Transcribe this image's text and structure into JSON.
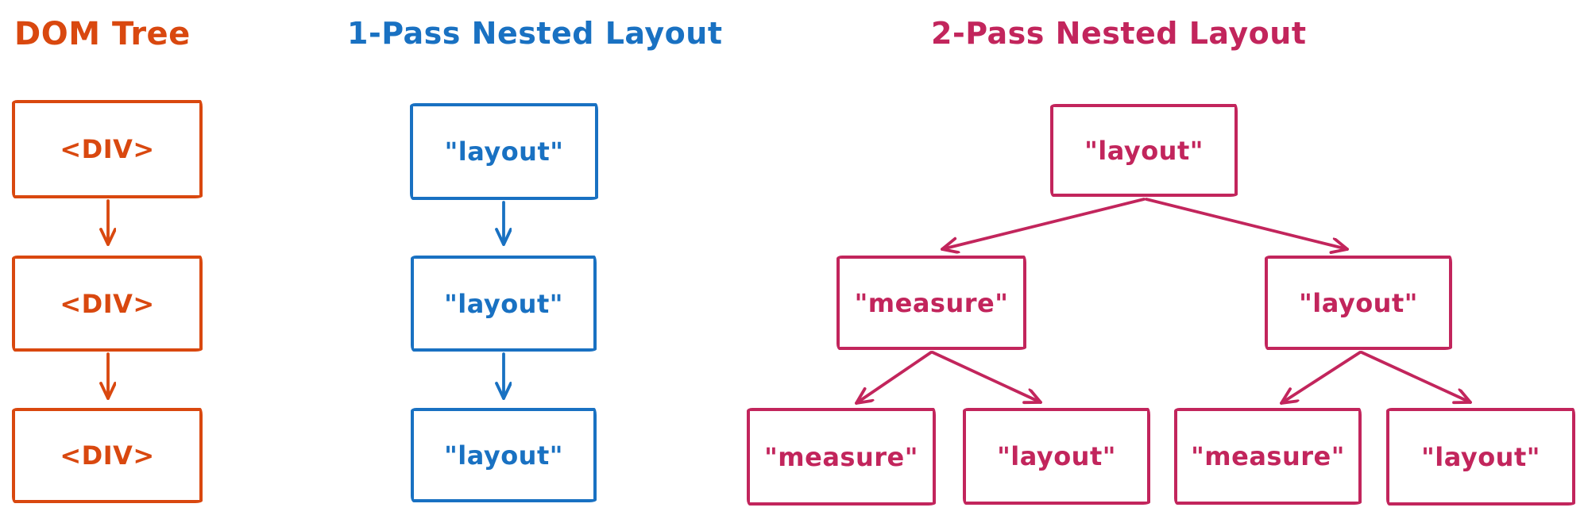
{
  "colors": {
    "orange": "#d9480f",
    "blue": "#1971c2",
    "pink": "#c2255c"
  },
  "dom_tree": {
    "title": "DOM Tree",
    "nodes": [
      "<DIV>",
      "<DIV>",
      "<DIV>"
    ]
  },
  "one_pass": {
    "title": "1-Pass Nested Layout",
    "nodes": [
      "\"layout\"",
      "\"layout\"",
      "\"layout\""
    ]
  },
  "two_pass": {
    "title": "2-Pass Nested Layout",
    "root": "\"layout\"",
    "children": [
      "\"measure\"",
      "\"layout\""
    ],
    "leaves": [
      "\"measure\"",
      "\"layout\"",
      "\"measure\"",
      "\"layout\""
    ]
  }
}
